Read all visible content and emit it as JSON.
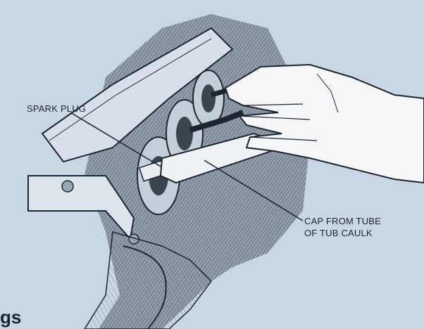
{
  "labels": {
    "spark_plug": "SPARK PLUG",
    "cap_line1": "CAP FROM TUBE",
    "cap_line2": "OF TUB CAULK"
  },
  "title_fragment": "gs",
  "colors": {
    "background": "#c9d6e4",
    "ink": "#1d2530"
  }
}
